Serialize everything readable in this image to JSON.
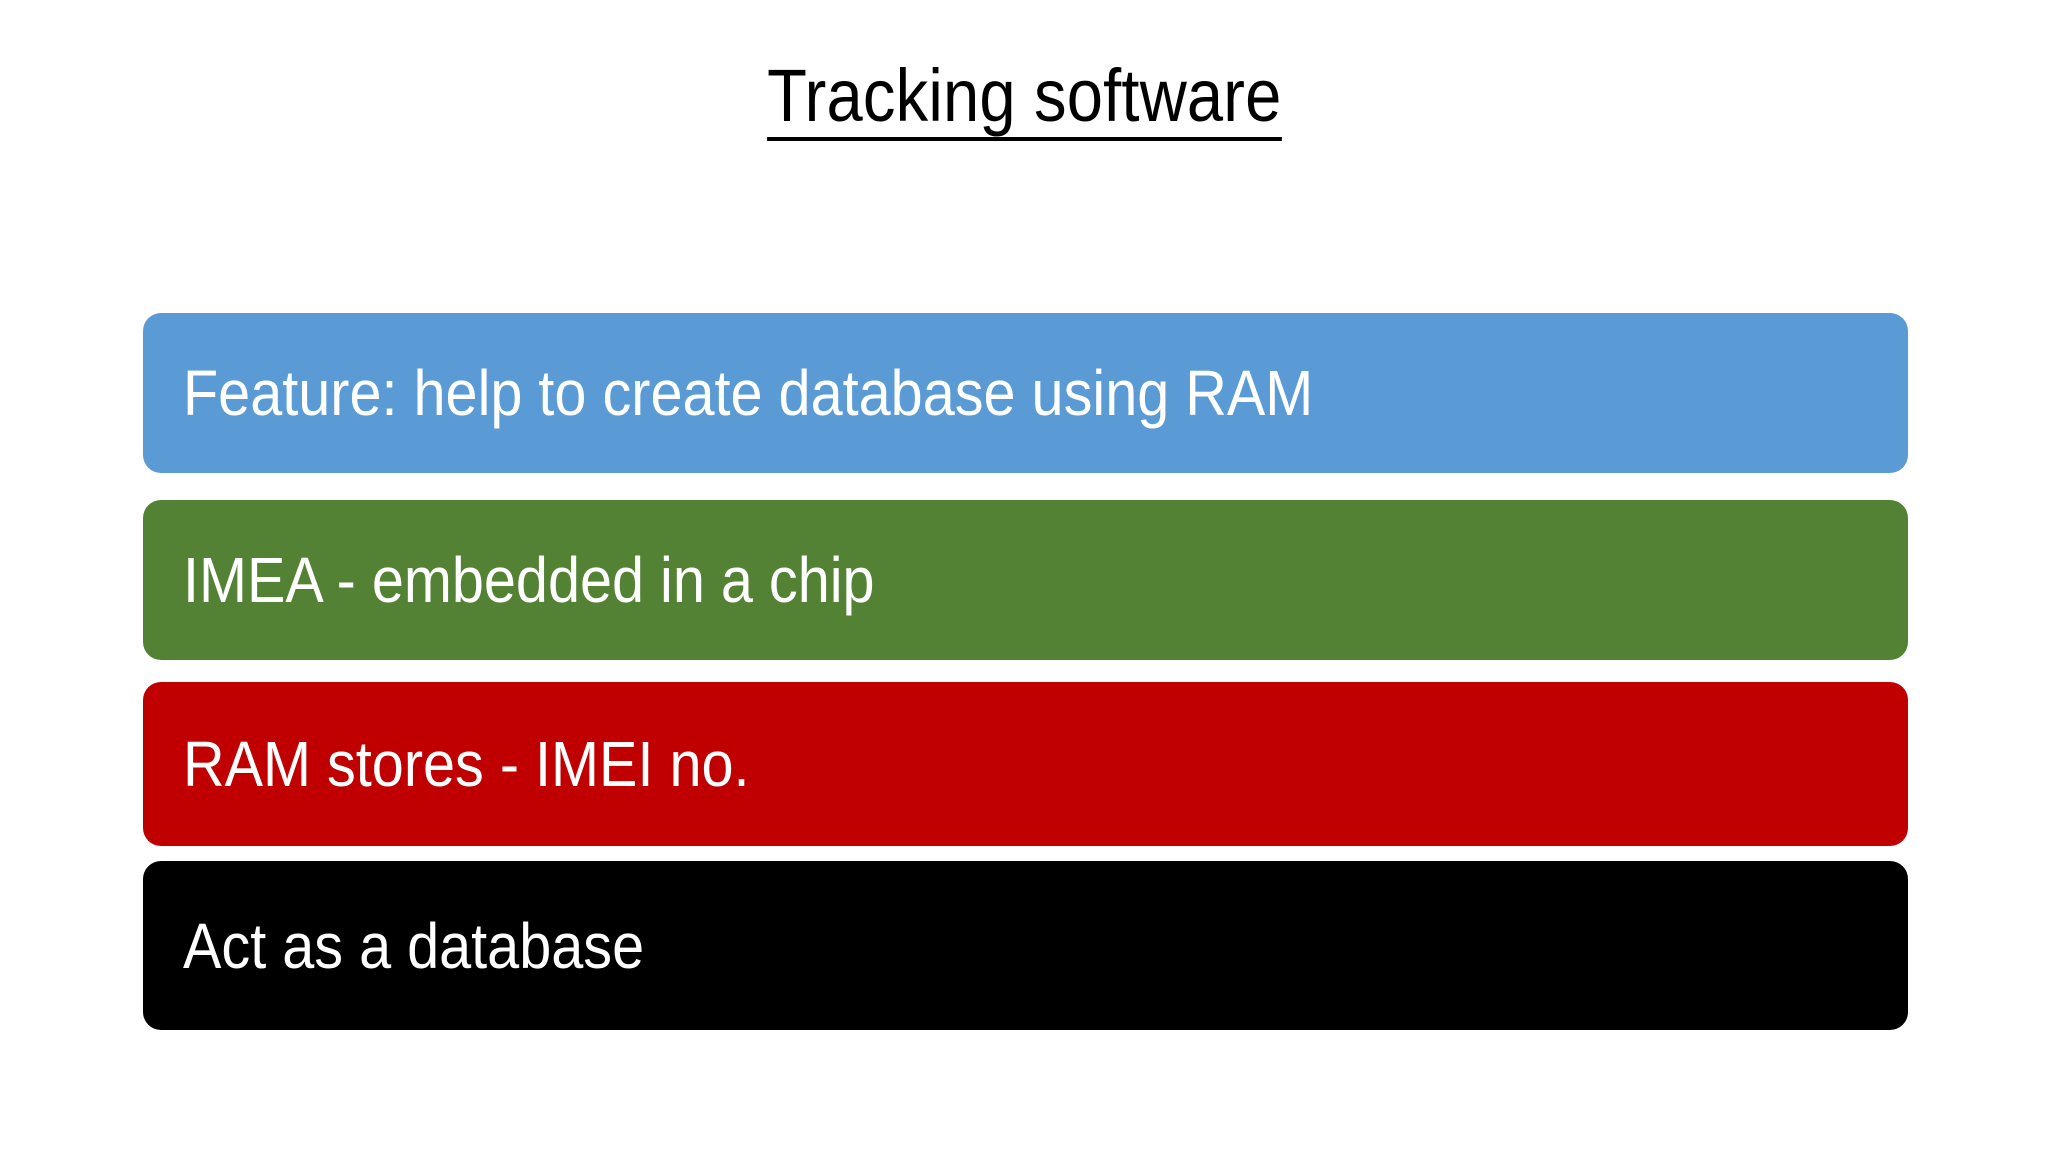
{
  "slide": {
    "title": "Tracking software",
    "background_color": "#FFFFFF",
    "title_color": "#000000",
    "title_underlined": true,
    "items": [
      {
        "label": "Feature: help to create database using RAM",
        "fill_color": "#5B9BD5",
        "text_color": "#FFFFFF"
      },
      {
        "label": "IMEA - embedded in a chip",
        "fill_color": "#548235",
        "text_color": "#FFFFFF"
      },
      {
        "label": "RAM stores - IMEI no.",
        "fill_color": "#C00000",
        "text_color": "#FFFFFF"
      },
      {
        "label": "Act as a database",
        "fill_color": "#000000",
        "text_color": "#FFFFFF"
      }
    ]
  }
}
